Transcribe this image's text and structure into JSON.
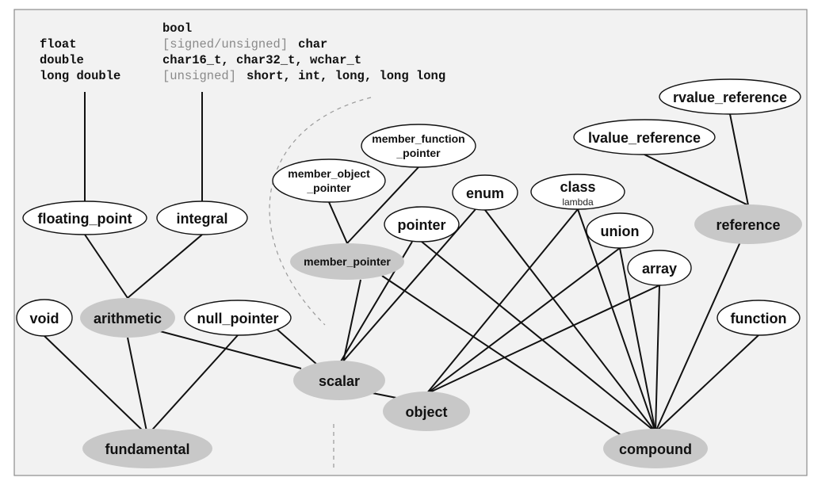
{
  "colors": {
    "background": "#f2f2f2",
    "primary_category_fill": "#c8c8c8",
    "type_node_fill": "#ffffff",
    "edge": "#111111"
  },
  "top_text": {
    "floating_types": [
      "float",
      "double",
      "long double"
    ],
    "integral_types": [
      {
        "dim": "",
        "main": "bool"
      },
      {
        "dim": "[signed/unsigned]",
        "main": "char"
      },
      {
        "dim": "",
        "main": "char16_t, char32_t, wchar_t"
      },
      {
        "dim": "[unsigned]",
        "main": "short, int, long, long long"
      }
    ]
  },
  "nodes": {
    "floating_point": {
      "label": "floating_point",
      "style": "white"
    },
    "integral": {
      "label": "integral",
      "style": "white"
    },
    "void": {
      "label": "void",
      "style": "white"
    },
    "arithmetic": {
      "label": "arithmetic",
      "style": "gray"
    },
    "null_pointer": {
      "label": "null_pointer",
      "style": "white"
    },
    "fundamental": {
      "label": "fundamental",
      "style": "gray"
    },
    "member_function_pointer": {
      "label_lines": [
        "member_function",
        "_pointer"
      ],
      "style": "white"
    },
    "member_object_pointer": {
      "label_lines": [
        "member_object",
        "_pointer"
      ],
      "style": "white"
    },
    "member_pointer": {
      "label": "member_pointer",
      "style": "gray"
    },
    "pointer": {
      "label": "pointer",
      "style": "white"
    },
    "enum": {
      "label": "enum",
      "style": "white"
    },
    "class": {
      "label": "class",
      "sublabel": "lambda",
      "style": "white"
    },
    "union": {
      "label": "union",
      "style": "white"
    },
    "array": {
      "label": "array",
      "style": "white"
    },
    "scalar": {
      "label": "scalar",
      "style": "gray"
    },
    "object": {
      "label": "object",
      "style": "gray"
    },
    "rvalue_reference": {
      "label": "rvalue_reference",
      "style": "white"
    },
    "lvalue_reference": {
      "label": "lvalue_reference",
      "style": "white"
    },
    "reference": {
      "label": "reference",
      "style": "gray"
    },
    "function": {
      "label": "function",
      "style": "white"
    },
    "compound": {
      "label": "compound",
      "style": "gray"
    }
  },
  "edges": [
    [
      "floating_point",
      "arithmetic"
    ],
    [
      "integral",
      "arithmetic"
    ],
    [
      "void",
      "fundamental"
    ],
    [
      "arithmetic",
      "fundamental"
    ],
    [
      "null_pointer",
      "fundamental"
    ],
    [
      "arithmetic",
      "scalar"
    ],
    [
      "null_pointer",
      "scalar"
    ],
    [
      "member_object_pointer",
      "member_pointer"
    ],
    [
      "member_function_pointer",
      "member_pointer"
    ],
    [
      "member_pointer",
      "scalar"
    ],
    [
      "member_pointer",
      "compound"
    ],
    [
      "pointer",
      "scalar"
    ],
    [
      "pointer",
      "compound"
    ],
    [
      "enum",
      "scalar"
    ],
    [
      "enum",
      "compound"
    ],
    [
      "class",
      "object"
    ],
    [
      "class",
      "compound"
    ],
    [
      "union",
      "object"
    ],
    [
      "union",
      "compound"
    ],
    [
      "array",
      "object"
    ],
    [
      "array",
      "compound"
    ],
    [
      "scalar",
      "object"
    ],
    [
      "lvalue_reference",
      "reference"
    ],
    [
      "rvalue_reference",
      "reference"
    ],
    [
      "reference",
      "compound"
    ],
    [
      "function",
      "compound"
    ]
  ]
}
